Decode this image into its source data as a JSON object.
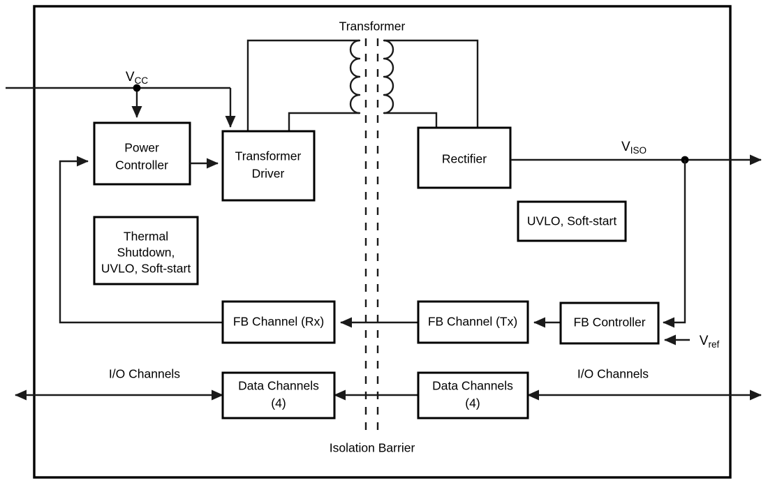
{
  "diagram": {
    "title_labels": {
      "transformer": "Transformer",
      "isolation_barrier": "Isolation Barrier",
      "io_channels_left": "I/O Channels",
      "io_channels_right": "I/O Channels"
    },
    "signals": {
      "vcc_base": "V",
      "vcc_sub": "CC",
      "viso_base": "V",
      "viso_sub": "ISO",
      "vref_base": "V",
      "vref_sub": "ref"
    },
    "blocks": [
      {
        "id": "power-controller",
        "lines": [
          "Power",
          "Controller"
        ]
      },
      {
        "id": "transformer-driver",
        "lines": [
          "Transformer",
          "Driver"
        ]
      },
      {
        "id": "rectifier",
        "lines": [
          "Rectifier"
        ]
      },
      {
        "id": "thermal-shutdown",
        "lines": [
          "Thermal",
          "Shutdown,",
          "UVLO, Soft-start"
        ]
      },
      {
        "id": "uvlo-soft-start",
        "lines": [
          "UVLO, Soft-start"
        ]
      },
      {
        "id": "fb-channel-rx",
        "lines": [
          "FB Channel (Rx)"
        ]
      },
      {
        "id": "fb-channel-tx",
        "lines": [
          "FB Channel (Tx)"
        ]
      },
      {
        "id": "fb-controller",
        "lines": [
          "FB Controller"
        ]
      },
      {
        "id": "data-channels-left",
        "lines": [
          "Data Channels",
          "(4)"
        ]
      },
      {
        "id": "data-channels-right",
        "lines": [
          "Data Channels",
          "(4)"
        ]
      }
    ],
    "colors": {
      "line": "#1a1a1a",
      "block_border": "#000000",
      "background": "#ffffff"
    }
  }
}
